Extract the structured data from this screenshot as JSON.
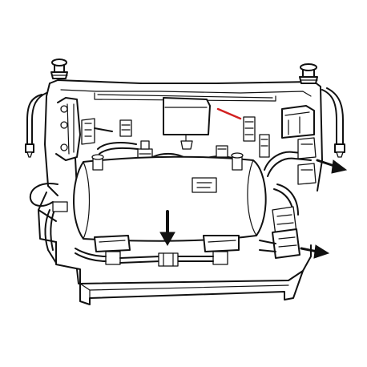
{
  "diagram": {
    "subject": "espresso-machine-internal-boiler-assembly",
    "colors": {
      "background": "#ffffff",
      "line": "#111111",
      "pointer_arrow": "#111111",
      "highlight_mark": "#d22020"
    },
    "pointers": [
      {
        "id": "arrow-right-upper",
        "direction": "right"
      },
      {
        "id": "arrow-right-lower",
        "direction": "right"
      },
      {
        "id": "arrow-down-center",
        "direction": "down"
      }
    ],
    "highlight": {
      "id": "red-marker-line"
    }
  }
}
